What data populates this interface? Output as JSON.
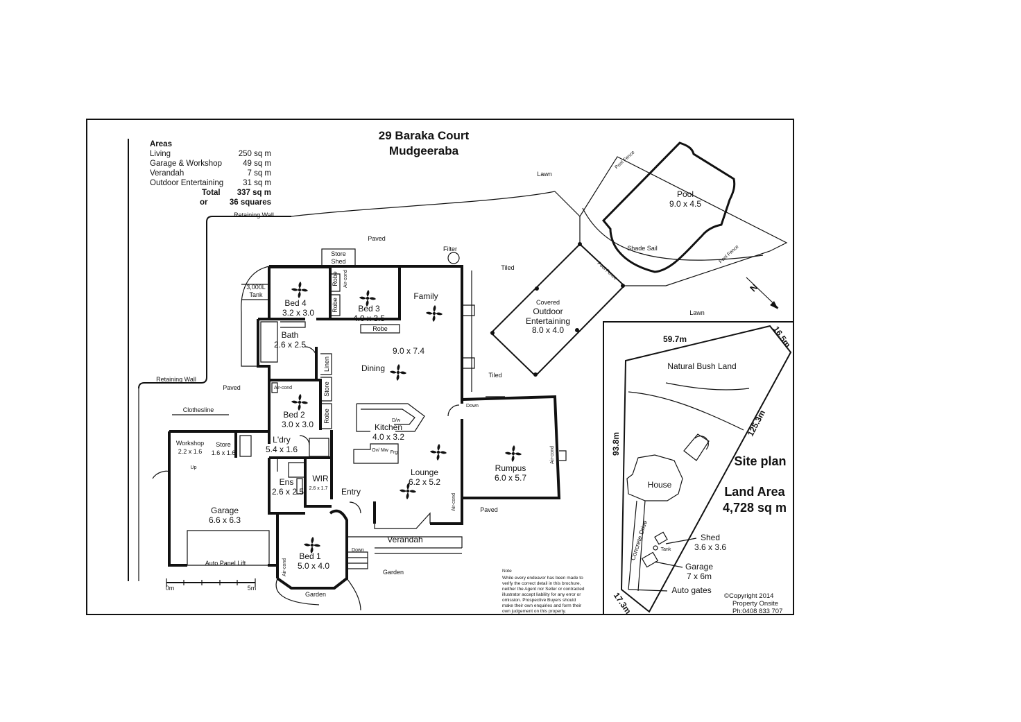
{
  "title": {
    "line1": "29 Baraka Court",
    "line2": "Mudgeeraba"
  },
  "areas": {
    "heading": "Areas",
    "rows": [
      {
        "label": "Living",
        "value": "250 sq m"
      },
      {
        "label": "Garage & Workshop",
        "value": "49 sq m"
      },
      {
        "label": "Verandah",
        "value": "7 sq m"
      },
      {
        "label": "Outdoor Entertaining",
        "value": "31 sq m"
      }
    ],
    "total_label": "Total",
    "total_value": "337 sq m",
    "or_label": "or",
    "or_value": "36 squares"
  },
  "rooms": {
    "bed4": {
      "name": "Bed 4",
      "dims": "3.2 x 3.0"
    },
    "bed3": {
      "name": "Bed 3",
      "dims": "4.0 x 3.5"
    },
    "bed2": {
      "name": "Bed 2",
      "dims": "3.0 x 3.0"
    },
    "bed1": {
      "name": "Bed 1",
      "dims": "5.0 x 4.0"
    },
    "bath": {
      "name": "Bath",
      "dims": "2.6 x 2.5"
    },
    "family": {
      "name": "Family"
    },
    "dining": {
      "name": "Dining",
      "dims": "9.0 x 7.4"
    },
    "kitchen": {
      "name": "Kitchen",
      "dims": "4.0 x 3.2"
    },
    "lounge": {
      "name": "Lounge",
      "dims": "6.2 x 5.2"
    },
    "rumpus": {
      "name": "Rumpus",
      "dims": "6.0 x 5.7"
    },
    "laundry": {
      "name": "L'dry",
      "dims": "5.4 x 1.6"
    },
    "ensuite": {
      "name": "Ens",
      "dims": "2.6 x 2.5"
    },
    "wir": {
      "name": "WIR",
      "dims": "2.6 x 1.7"
    },
    "entry": {
      "name": "Entry"
    },
    "verandah": {
      "name": "Verandah"
    },
    "garage": {
      "name": "Garage",
      "dims": "6.6 x 6.3"
    },
    "workshop": {
      "name": "Workshop",
      "dims": "2.2 x 1.6"
    },
    "store": {
      "name": "Store",
      "dims": "1.6 x 1.6"
    },
    "outdoor": {
      "l1": "Covered",
      "l2": "Outdoor",
      "l3": "Entertaining",
      "dims": "8.0 x 4.0"
    },
    "pool": {
      "name": "Pool",
      "dims": "9.0 x 4.5"
    },
    "store_shed": {
      "l1": "Store",
      "l2": "Shed"
    },
    "tank": {
      "l1": "3,000L",
      "l2": "Tank"
    }
  },
  "labels": {
    "robe": "Robe",
    "linen": "Linen",
    "store": "Store",
    "aircon": "Air-cond",
    "dw": "D/w",
    "ovmw": "Ov/ Mw",
    "frg": "Frg",
    "down": "Down",
    "up": "Up",
    "paved": "Paved",
    "tiled": "Tiled",
    "lawn": "Lawn",
    "garden": "Garden",
    "retaining_wall": "Retaining Wall",
    "clothesline": "Clothesline",
    "auto_panel_lift": "Auto Panel Lift",
    "filter": "Filter",
    "shade_sail": "Shade Sail",
    "pool_fence": "Pool Fence",
    "north": "N"
  },
  "scale": {
    "start": "0m",
    "end": "5m"
  },
  "note": {
    "heading": "Note",
    "lines": [
      "While every endeavor has been made to",
      "verify the correct detail in this brochure,",
      "neither the Agent nor Seller or contracted",
      "illustrator accept liability for any error or",
      "omission. Prospective Buyers should",
      "make their own enquiries and form their",
      "own judgement on this property."
    ]
  },
  "site_plan": {
    "title": "Site plan",
    "land_area_label": "Land Area",
    "land_area_value": "4,728 sq m",
    "dim_top": "59.7m",
    "dim_topright": "16.5m",
    "dim_right": "125.3m",
    "dim_left": "93.8m",
    "dim_bottom": "17.3m",
    "natural_bush": "Natural Bush Land",
    "house": "House",
    "concrete_drive": "Concrete Drive",
    "tank": "Tank",
    "shed": "Shed",
    "shed_dims": "3.6 x 3.6",
    "garage": "Garage",
    "garage_dims": "7 x 6m",
    "auto_gates": "Auto gates"
  },
  "copyright": {
    "line1": "©Copyright 2014",
    "line2": "Property Onsite",
    "line3": "Ph:0408 833 707"
  }
}
